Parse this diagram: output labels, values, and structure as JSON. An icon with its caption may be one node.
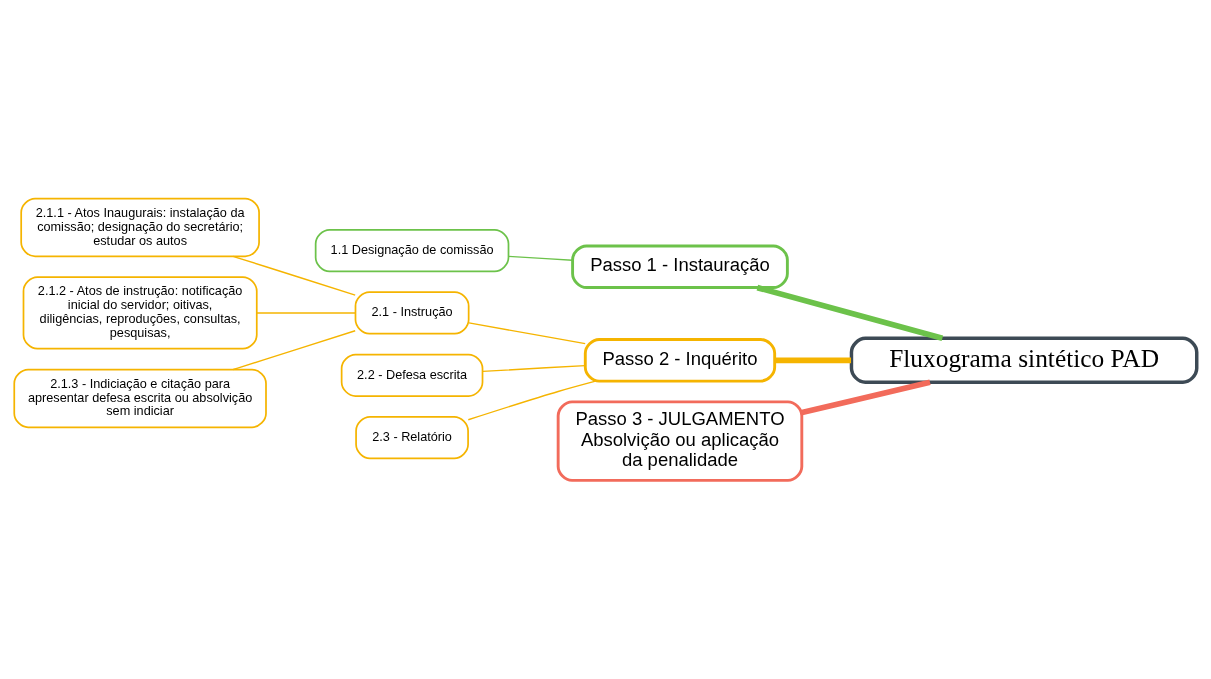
{
  "diagram": {
    "nodes": [
      {
        "text": [
          "Fluxograma sintético PAD"
        ]
      },
      {
        "text": [
          "Passo 1 - Instauração"
        ]
      },
      {
        "text": [
          "1.1 Designação de comissão"
        ]
      },
      {
        "text": [
          "Passo 2 - Inquérito"
        ]
      },
      {
        "text": [
          "2.1 - Instrução"
        ]
      },
      {
        "text": [
          "2.1.1 - Atos Inaugurais: instalação da comissão; designação do secretário; estudar os autos"
        ]
      },
      {
        "text": [
          "2.1.2 - Atos de instrução: notificação inicial do servidor; oitivas, diligências, reproduções, consultas, pesquisas,"
        ]
      },
      {
        "text": [
          "2.1.3 - Indiciação e citação para apresentar defesa escrita ou absolvição sem indiciar"
        ]
      },
      {
        "text": [
          "2.2 - Defesa escrita"
        ]
      },
      {
        "text": [
          "2.3 - Relatório"
        ]
      },
      {
        "text": [
          "Passo 3 - JULGAMENTO Absolvição ou aplicação da penalidade"
        ]
      }
    ],
    "edges": [
      {
        "from": 0,
        "to": 1,
        "arrow": "none",
        "style": "thick",
        "color": "#6cc24a"
      },
      {
        "from": 1,
        "to": 2,
        "arrow": "none",
        "color": "#6cc24a"
      },
      {
        "from": 0,
        "to": 3,
        "arrow": "none",
        "style": "thick"
      },
      {
        "from": 3,
        "to": 4,
        "arrow": "none"
      },
      {
        "from": 4,
        "to": 5,
        "arrow": "none"
      },
      {
        "from": 4,
        "to": 6,
        "arrow": "none"
      },
      {
        "from": 4,
        "to": 7,
        "arrow": "none"
      },
      {
        "from": 3,
        "to": 8,
        "arrow": "none"
      },
      {
        "from": 3,
        "to": 9,
        "arrow": "none"
      },
      {
        "from": 0,
        "to": 10,
        "arrow": "none",
        "style": "thick",
        "color": "#f26b5b"
      }
    ]
  }
}
